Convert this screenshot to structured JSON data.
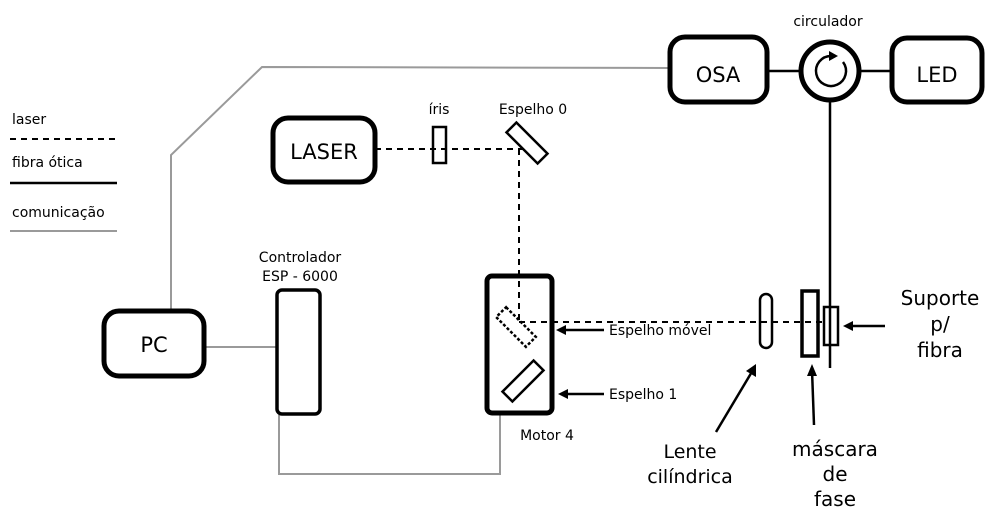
{
  "legend": {
    "laser": "laser",
    "fiber": "fibra ótica",
    "comm": "comunicação"
  },
  "blocks": {
    "osa": "OSA",
    "circulator_label": "circulador",
    "led": "LED",
    "laser": "LASER",
    "iris": "íris",
    "mirror0": "Espelho 0",
    "pc": "PC",
    "controller_line1": "Controlador",
    "controller_line2": "ESP - 6000",
    "motor": "Motor 4"
  },
  "labels": {
    "movable_mirror": "Espelho móvel",
    "mirror1": "Espelho 1",
    "lens_line1": "Lente",
    "lens_line2": "cilíndrica",
    "mask_line1": "máscara",
    "mask_line2": "de",
    "mask_line3": "fase",
    "support_line1": "Suporte",
    "support_line2": "p/",
    "support_line3": "fibra"
  },
  "colors": {
    "line": "#000000",
    "communication": "#9a9a9a",
    "background": "#ffffff"
  }
}
